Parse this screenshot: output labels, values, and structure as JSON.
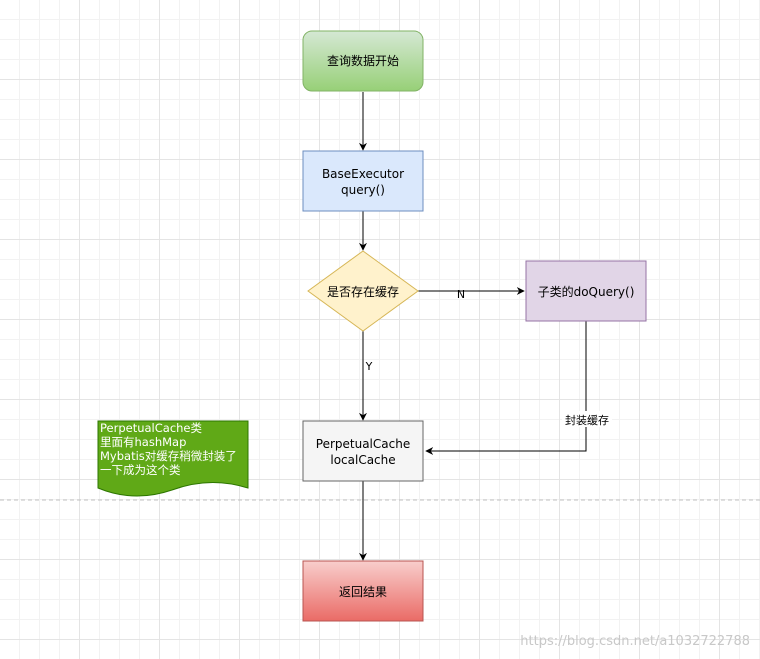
{
  "nodes": {
    "start": {
      "label": "查询数据开始",
      "fill": "#a7d98f",
      "stroke": "#82b366"
    },
    "base_executor": {
      "line1": "BaseExecutor",
      "line2": "query()",
      "fill": "#dae8fc",
      "stroke": "#6c8ebf"
    },
    "decision": {
      "label": "是否存在缓存",
      "fill": "#fff2cc",
      "stroke": "#d6b656"
    },
    "subclass": {
      "label": "子类的doQuery()",
      "fill": "#e1d5e7",
      "stroke": "#9673a6"
    },
    "perpetual_cache": {
      "line1": "PerpetualCache",
      "line2": "localCache",
      "fill": "#f5f5f5",
      "stroke": "#666666"
    },
    "return_result": {
      "label": "返回结果",
      "fill": "#ea6b66",
      "stroke": "#b85450"
    }
  },
  "edges": {
    "no_label": "N",
    "yes_label": "Y",
    "wrap_cache_label": "封装缓存"
  },
  "note": {
    "lines": [
      "PerpetualCache类",
      "里面有hashMap",
      "Mybatis对缓存稍微封装了",
      "一下成为这个类"
    ],
    "fill": "#60a917",
    "stroke": "#2d7600"
  },
  "watermark": "https://blog.csdn.net/a1032722788"
}
